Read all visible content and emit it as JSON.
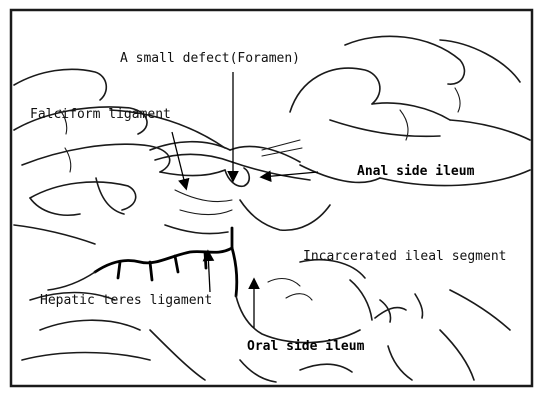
{
  "figure": {
    "labels": {
      "small_defect": "A small defect(Foramen)",
      "falciform": "Falciform ligament",
      "anal_ileum": "Anal side ileum",
      "incarcerated": "Incarcerated ileal segment",
      "hepatic_teres": "Hepatic teres ligament",
      "oral_ileum": "Oral side ileum"
    }
  }
}
